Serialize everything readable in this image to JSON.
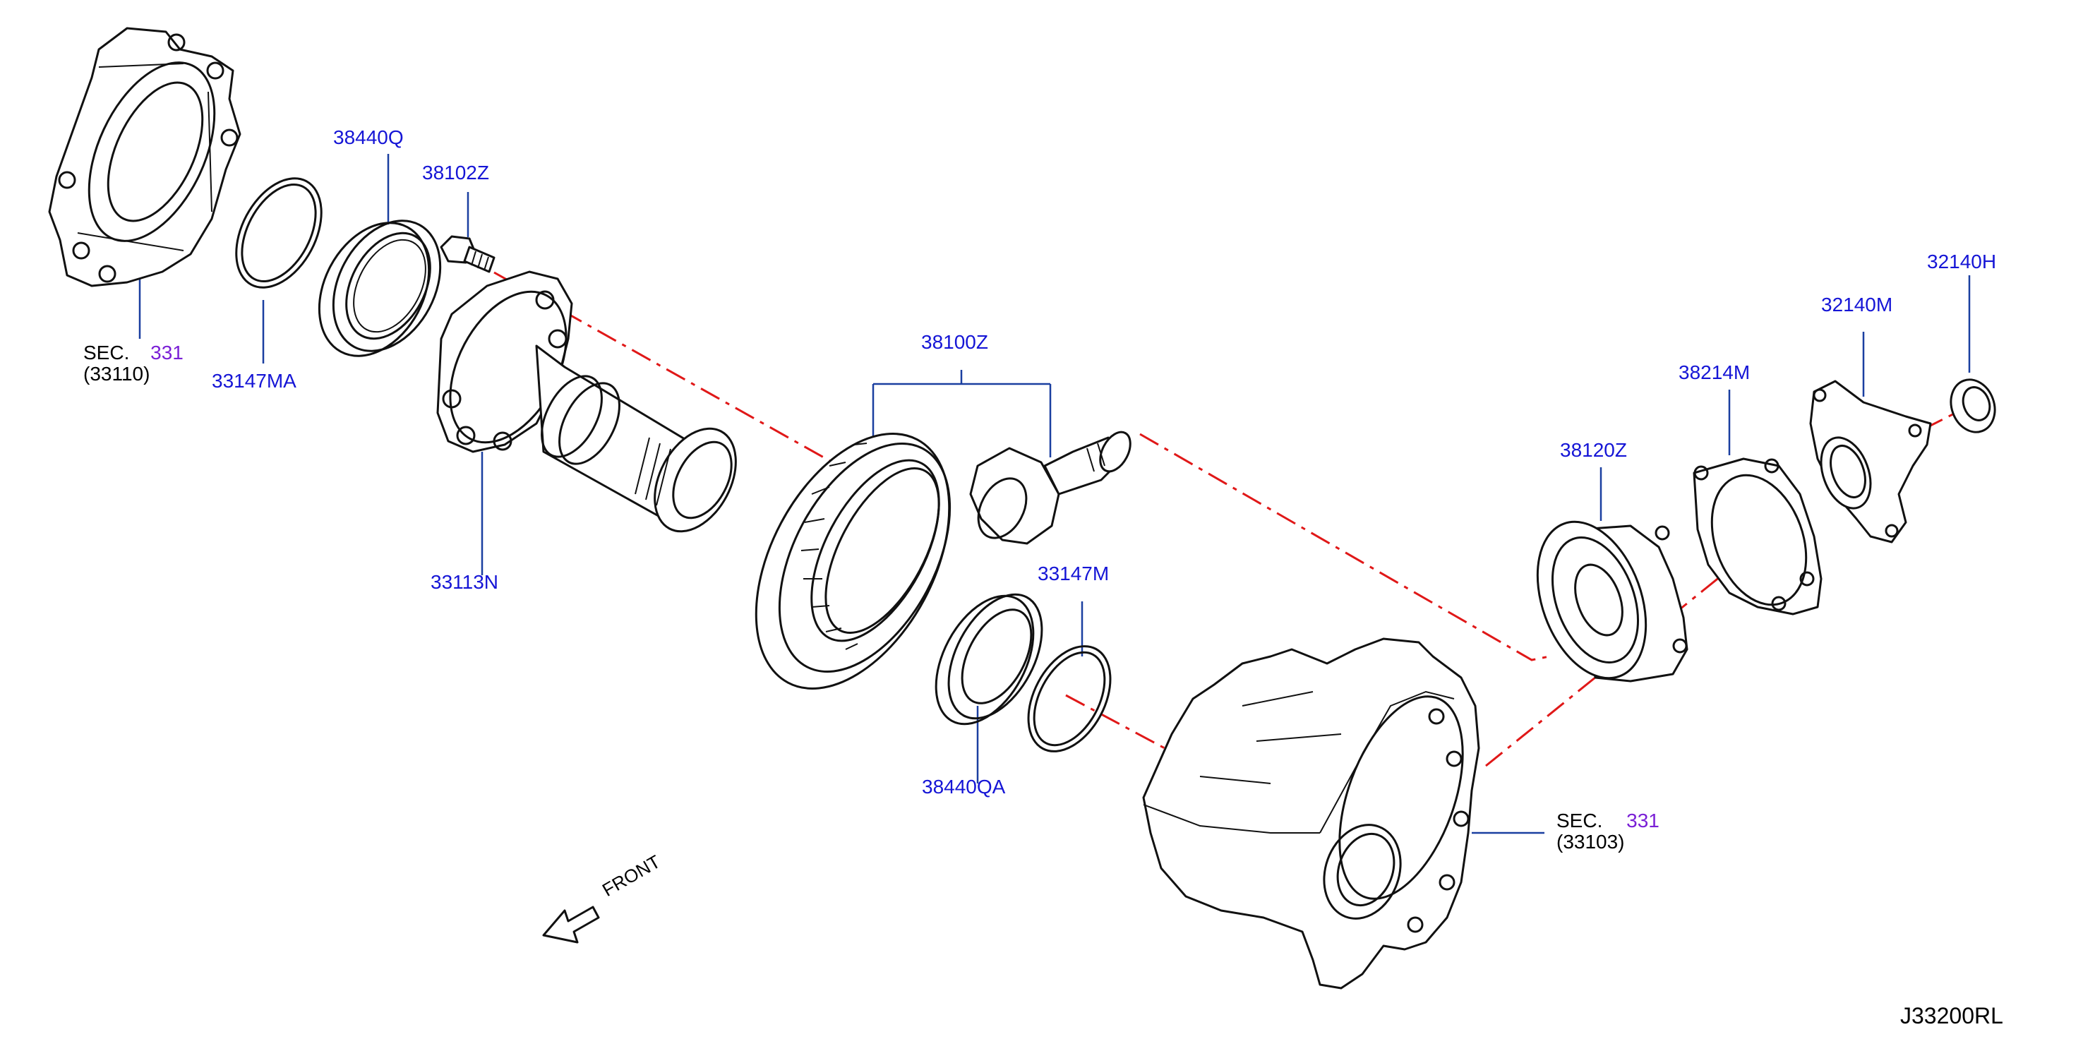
{
  "parts": {
    "p38440Q": "38440Q",
    "p38102Z": "38102Z",
    "p33147MA": "33147MA",
    "p33113N": "33113N",
    "p38100Z": "38100Z",
    "p33147M": "33147M",
    "p38440QA": "38440QA",
    "p38120Z": "38120Z",
    "p38214M": "38214M",
    "p32140M": "32140M",
    "p32140H": "32140H"
  },
  "sections": {
    "left": {
      "sec": "SEC.",
      "ref": "331",
      "code": "(33110)"
    },
    "right": {
      "sec": "SEC.",
      "ref": "331",
      "code": "(33103)"
    }
  },
  "front_label": "FRONT",
  "diagram_id": "J33200RL",
  "colors": {
    "part_label": "#1515d6",
    "section_ref": "#7a1fd6",
    "leader_line": "#1a3fa0",
    "center_line": "#e01818"
  }
}
